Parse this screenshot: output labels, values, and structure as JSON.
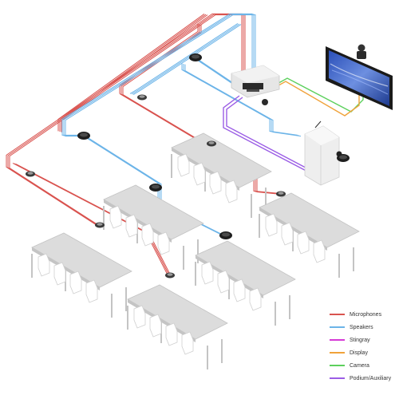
{
  "colors": {
    "microphones": "#d9534f",
    "speakers": "#6cb4e8",
    "stingray": "#d63ad6",
    "display": "#f0a23a",
    "camera": "#5cd05c",
    "podium": "#9b5de5",
    "table": "#dcdcdc",
    "table_edge": "#c4c4c4",
    "chair": "#ffffff"
  },
  "legend": {
    "items": [
      {
        "key": "microphones",
        "label": "Microphones"
      },
      {
        "key": "speakers",
        "label": "Speakers"
      },
      {
        "key": "stingray",
        "label": "Stingray"
      },
      {
        "key": "display",
        "label": "Display"
      },
      {
        "key": "camera",
        "label": "Camera"
      },
      {
        "key": "podium",
        "label": "Podium/Auxiliary"
      }
    ]
  },
  "icons": {
    "speaker": "ceiling-speaker-icon",
    "microphone": "table-microphone-icon",
    "camera": "ptz-camera-icon",
    "display": "wall-display-icon",
    "processor": "dsp-processor-icon",
    "podium": "podium-icon"
  }
}
